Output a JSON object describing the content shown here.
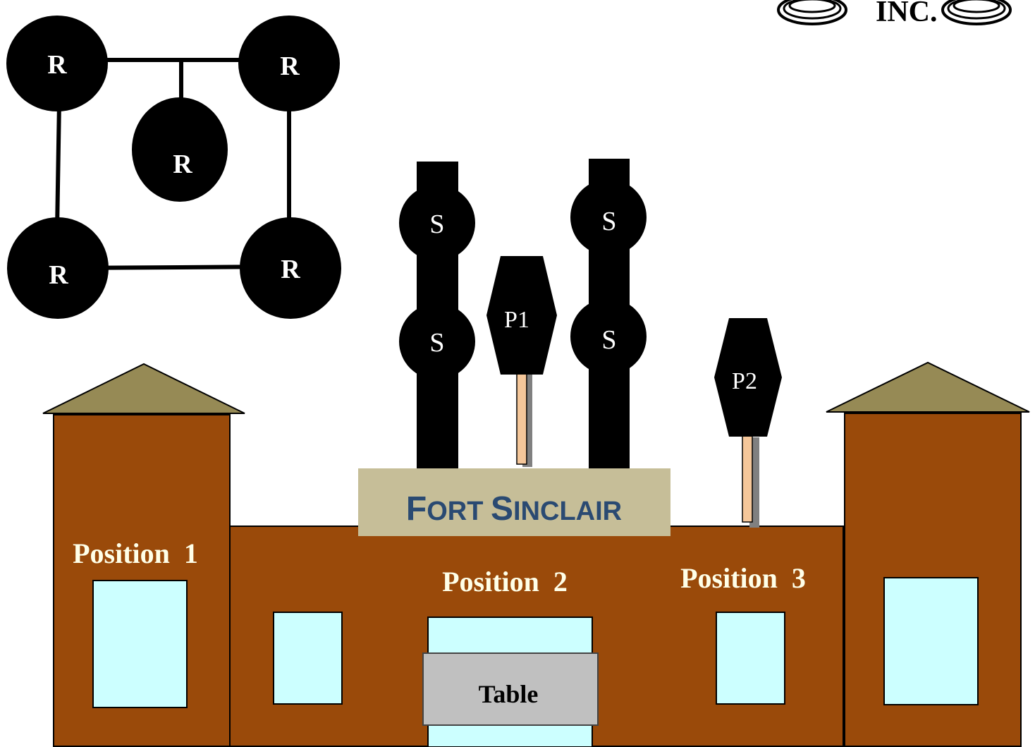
{
  "logo": {
    "text": "INC."
  },
  "network": {
    "node_label": "R",
    "nodes": [
      "R",
      "R",
      "R",
      "R",
      "R"
    ]
  },
  "stacks": {
    "node_label": "S",
    "left": [
      "S",
      "S"
    ],
    "right": [
      "S",
      "S"
    ]
  },
  "posts": {
    "p1": "P1",
    "p2": "P2"
  },
  "sign": {
    "first_cap": "F",
    "first_rest": "ORT",
    "second_cap": "S",
    "second_rest": "INCLAIR"
  },
  "positions": {
    "p1": "Position  1",
    "p2": "Position  2",
    "p3": "Position  3"
  },
  "table": {
    "label": "Table"
  },
  "colors": {
    "building": "#9a4a0a",
    "roof": "#968a55",
    "window": "#ccffff",
    "sign_bg": "#c6be98",
    "sign_text": "#2a4a72",
    "position_text": "#ffffe8",
    "table": "#c0c0c0",
    "pole": "#f5c79a"
  }
}
